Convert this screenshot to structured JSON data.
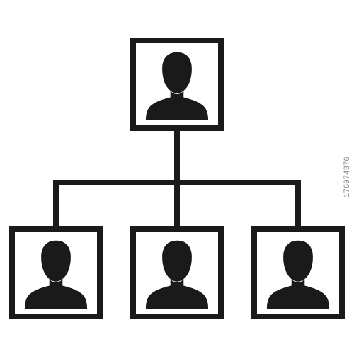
{
  "diagram": {
    "type": "org-chart",
    "stroke_color": "#1a1a1a",
    "fill_color": "#1a1a1a",
    "background_color": "#ffffff",
    "nodes": [
      {
        "id": "top",
        "level": 0,
        "icon": "person-silhouette-icon"
      },
      {
        "id": "left",
        "level": 1,
        "icon": "person-silhouette-icon",
        "parent": "top"
      },
      {
        "id": "center",
        "level": 1,
        "icon": "person-silhouette-icon",
        "parent": "top"
      },
      {
        "id": "right",
        "level": 1,
        "icon": "person-silhouette-icon",
        "parent": "top"
      }
    ]
  },
  "watermark": {
    "stock_id": "176974376"
  }
}
